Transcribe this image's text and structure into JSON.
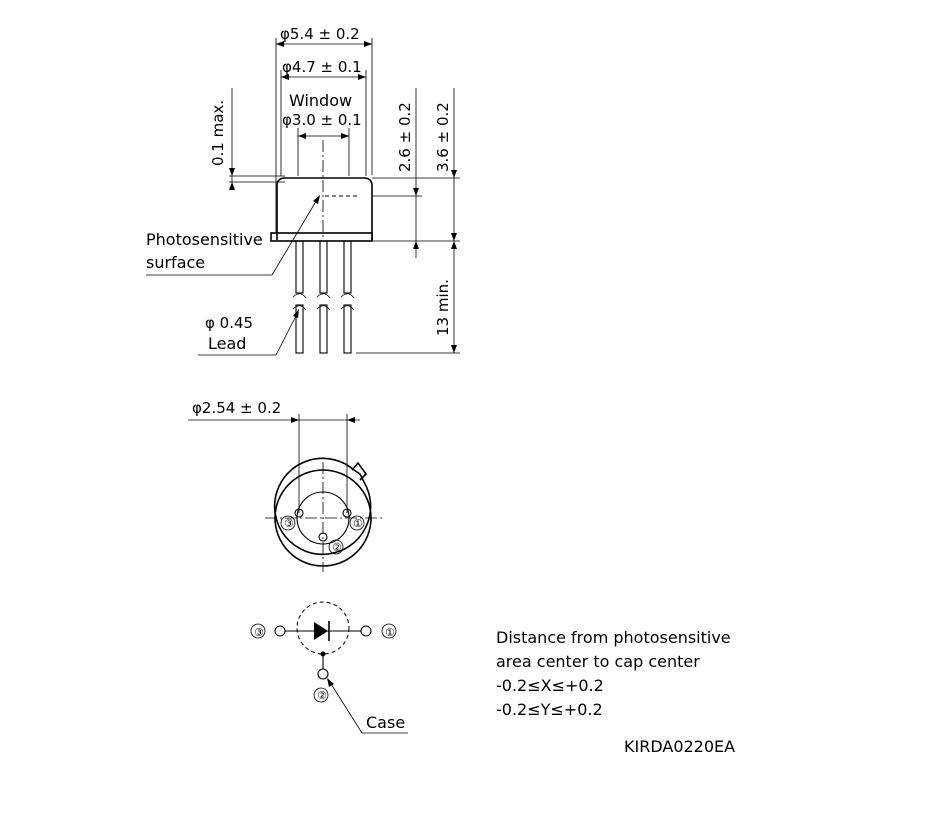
{
  "side_view": {
    "dims": {
      "cap_outer_diameter": "φ5.4 ± 0.2",
      "cap_inner_diameter": "φ4.7 ± 0.1",
      "window_title": "Window",
      "window_diameter": "φ3.0 ± 0.1",
      "window_offset": "0.1 max.",
      "height_cap": "2.6 ± 0.2",
      "height_total": "3.6 ± 0.2",
      "lead_length": "13 min.",
      "lead_diameter": "φ 0.45"
    },
    "labels": {
      "photosensitive_line1": "Photosensitive",
      "photosensitive_line2": "surface",
      "lead": "Lead"
    }
  },
  "bottom_view": {
    "pitch": "φ2.54 ± 0.2",
    "pins": [
      "③",
      "①",
      "②"
    ]
  },
  "schematic": {
    "pins": [
      "③",
      "①",
      "②"
    ],
    "case_label": "Case"
  },
  "note": {
    "line1": "Distance from photosensitive",
    "line2": "area center to cap center",
    "line3": "-0.2≤X≤+0.2",
    "line4": "-0.2≤Y≤+0.2"
  },
  "drawing_code": "KIRDA0220EA"
}
